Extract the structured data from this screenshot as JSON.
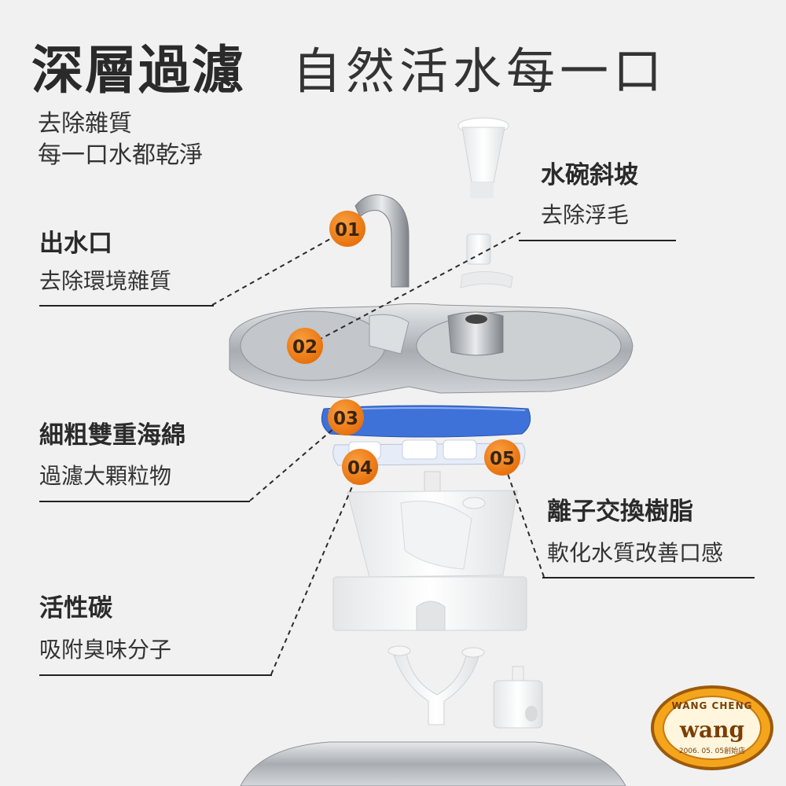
{
  "headline": {
    "bold": "深層過濾",
    "light": "自然活水每一口"
  },
  "intro": {
    "line1": "去除雜質",
    "line2": "每一口水都乾淨"
  },
  "callouts": [
    {
      "num": "01",
      "title": "出水口",
      "desc": "去除環境雜質"
    },
    {
      "num": "02",
      "title": "水碗斜坡",
      "desc": "去除浮毛"
    },
    {
      "num": "03",
      "title": "細粗雙重海綿",
      "desc": "過濾大顆粒物"
    },
    {
      "num": "04",
      "title": "活性碳",
      "desc": "吸附臭味分子"
    },
    {
      "num": "05",
      "title": "離子交換樹脂",
      "desc": "軟化水質改善口感"
    }
  ],
  "badge": {
    "top": "WANG CHENG",
    "center": "wang",
    "bottom": "2006. 05. 05創始店"
  },
  "colors": {
    "badge_orange": "#f07c14",
    "sponge_blue": "#3f72d8",
    "background": "#f1f1f1",
    "steel": "#b9bcc0"
  }
}
